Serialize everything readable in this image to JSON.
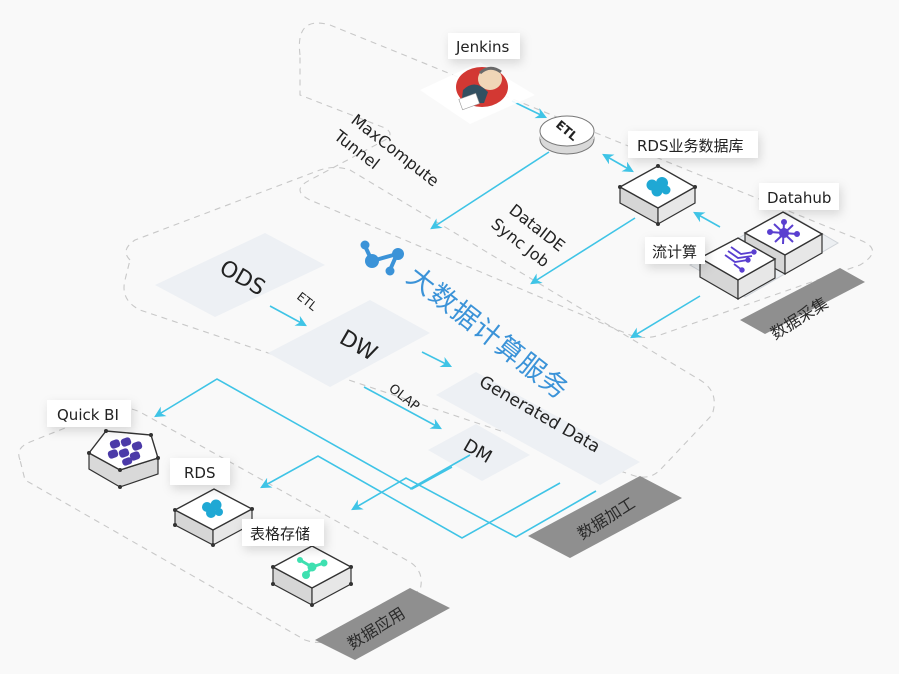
{
  "title": {
    "text": "大数据计算服务",
    "color": "#3b93d8",
    "icon": "maxcompute-logo-icon"
  },
  "zones": [
    {
      "id": "collect",
      "label": "数据采集"
    },
    {
      "id": "process",
      "label": "数据加工"
    },
    {
      "id": "apply",
      "label": "数据应用"
    }
  ],
  "nodes": {
    "jenkins": {
      "label": "Jenkins",
      "icon": "jenkins-butler-icon"
    },
    "etl_disc": {
      "label": "ETL"
    },
    "rds_business": {
      "label": "RDS业务数据库",
      "icon": "rds-cloud-icon",
      "icon_color": "#1fa8d4"
    },
    "datahub": {
      "label": "Datahub",
      "icon": "datahub-hub-icon",
      "icon_color": "#5a3fd0"
    },
    "stream": {
      "label": "流计算",
      "icon": "stream-circuit-icon",
      "icon_color": "#5a3fd0"
    },
    "quickbi": {
      "label": "Quick BI",
      "icon": "quickbi-cube-icon",
      "icon_color": "#4b3aa8"
    },
    "rds_app": {
      "label": "RDS",
      "icon": "rds-cloud-icon",
      "icon_color": "#1fa8d4"
    },
    "table_store": {
      "label": "表格存储",
      "icon": "tablestore-nodes-icon",
      "icon_color": "#3ee0b0"
    }
  },
  "layers": {
    "ods": "ODS",
    "dw": "DW",
    "dm": "DM",
    "generated": "Generated Data"
  },
  "flow_labels": {
    "maxcompute_tunnel": [
      "MaxCompute",
      "Tunnel"
    ],
    "dataide_sync": [
      "DataIDE",
      "Sync Job"
    ],
    "etl": "ETL",
    "olap": "OLAP"
  },
  "colors": {
    "flow": "#3fc4e6",
    "tile": "#edf0f4",
    "tag_plate": "#8f8f8f"
  }
}
